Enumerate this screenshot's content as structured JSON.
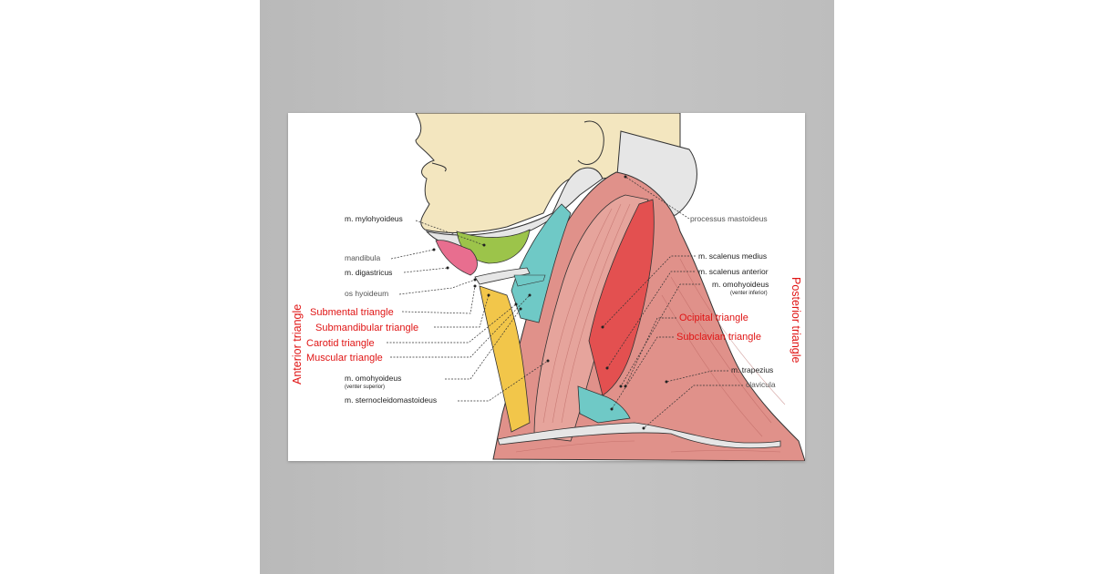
{
  "labels": {
    "mylohyoideus": "m. mylohyoideus",
    "mandibula": "mandibula",
    "digastricus": "m. digastricus",
    "os_hyoideum": "os hyoideum",
    "omohyoideus_sup": "m. omohyoideus",
    "omohyoideus_sup_sub": "(venter superior)",
    "sternocleido": "m. sternocleidomastoideus",
    "processus": "processus mastoideus",
    "scalenus_medius": "m. scalenus medius",
    "scalenus_anterior": "m. scalenus anterior",
    "omohyoideus_inf": "m. omohyoideus",
    "omohyoideus_inf_sub": "(venter inferior)",
    "trapezius": "m. trapezius",
    "clavicula": "clavicula"
  },
  "triangles": {
    "submental": "Submental triangle",
    "submandibular": "Submandibular triangle",
    "carotid": "Carotid triangle",
    "muscular": "Muscular triangle",
    "occipital": "Ocipital triangle",
    "subclavian": "Subclavian triangle"
  },
  "vertical": {
    "anterior": "Anterior triangle",
    "posterior": "Posterior triangle"
  },
  "colors": {
    "accent_red": "#e01515",
    "skin": "#f3e6bf",
    "muscle": "#e0918a",
    "green": "#9cc44a",
    "teal": "#6fc9c6",
    "yellow": "#f2c64a",
    "pink": "#e86e8f",
    "scalene_red": "#e35050"
  }
}
